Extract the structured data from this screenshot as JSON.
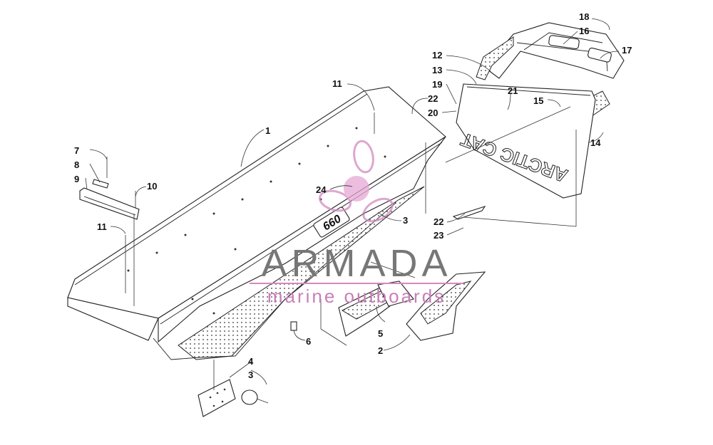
{
  "diagram": {
    "callouts": [
      "1",
      "2",
      "3",
      "3",
      "4",
      "5",
      "6",
      "7",
      "8",
      "9",
      "10",
      "11",
      "11",
      "12",
      "13",
      "14",
      "15",
      "16",
      "17",
      "18",
      "19",
      "20",
      "21",
      "22",
      "22",
      "23",
      "24"
    ],
    "decal_text": "ARCTIC CAT",
    "badge_text": "660"
  },
  "watermark": {
    "title": "ARMADA",
    "subtitle": "marine outboards",
    "colors": {
      "title": "#777777",
      "accent": "#c97fb6",
      "rule": "#d18ac0"
    }
  }
}
